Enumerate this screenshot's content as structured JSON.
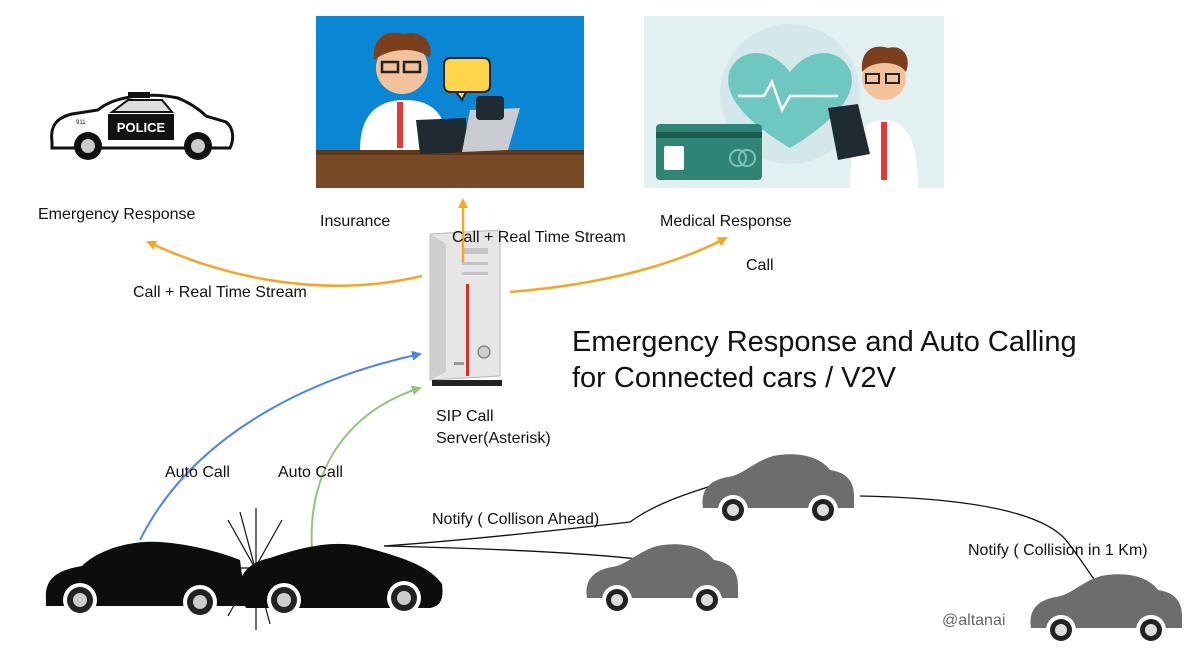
{
  "title": {
    "line1": "Emergency Response and Auto Calling",
    "line2": "for Connected cars / V2V"
  },
  "nodes": {
    "police": {
      "label": "Emergency Response",
      "badge": "POLICE",
      "plate": "911"
    },
    "insurance": {
      "label": "Insurance"
    },
    "medical": {
      "label": "Medical Response",
      "sub": "Call"
    },
    "server": {
      "label_line1": "SIP Call",
      "label_line2": "Server(Asterisk)"
    }
  },
  "edges": {
    "to_police": "Call + Real Time Stream",
    "to_insurance": "Call + Real Time Stream",
    "car1_auto": "Auto Call",
    "car2_auto": "Auto Call",
    "notify_1": "Notify ( Collison Ahead)",
    "notify_2": "Notify ( Collision in 1 Km)"
  },
  "handle": "@altanai",
  "colors": {
    "orange": "#f5a623",
    "blue": "#4a86e8",
    "green": "#93c47d",
    "insurance_bg": "#0a87d4",
    "medical_bg": "#e3f0f2",
    "gray_car": "#6d6d6d",
    "black_car": "#0d0d0d"
  }
}
